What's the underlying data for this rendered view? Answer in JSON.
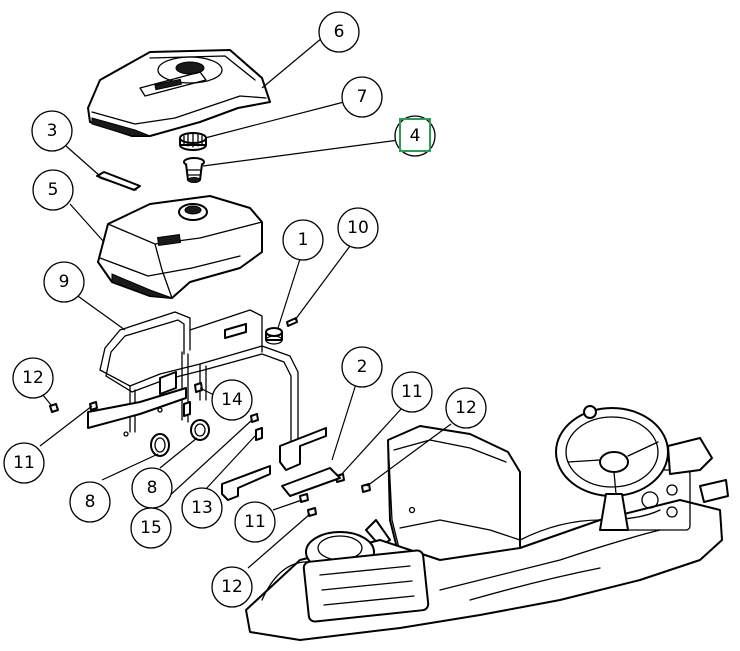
{
  "diagram": {
    "callouts": [
      {
        "id": "c6",
        "label": "6"
      },
      {
        "id": "c7",
        "label": "7"
      },
      {
        "id": "c4",
        "label": "4",
        "highlighted": true
      },
      {
        "id": "c3",
        "label": "3"
      },
      {
        "id": "c5",
        "label": "5"
      },
      {
        "id": "c1",
        "label": "1"
      },
      {
        "id": "c10",
        "label": "10"
      },
      {
        "id": "c9",
        "label": "9"
      },
      {
        "id": "c12a",
        "label": "12"
      },
      {
        "id": "c14",
        "label": "14"
      },
      {
        "id": "c2",
        "label": "2"
      },
      {
        "id": "c11a",
        "label": "11"
      },
      {
        "id": "c12b",
        "label": "12"
      },
      {
        "id": "c11b",
        "label": "11"
      },
      {
        "id": "c8a",
        "label": "8"
      },
      {
        "id": "c8b",
        "label": "8"
      },
      {
        "id": "c13",
        "label": "13"
      },
      {
        "id": "c15",
        "label": "15"
      },
      {
        "id": "c11c",
        "label": "11"
      },
      {
        "id": "c12c",
        "label": "12"
      }
    ],
    "highlight_color": "#2e9a5a"
  }
}
